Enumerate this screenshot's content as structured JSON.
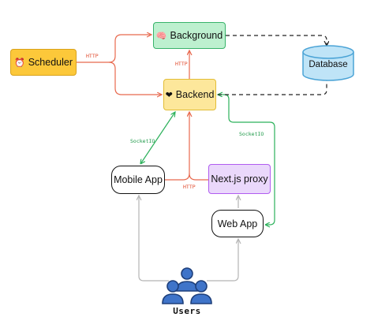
{
  "nodes": {
    "scheduler": {
      "icon": "⏰",
      "label": "Scheduler",
      "icon_name": "alarm-clock-icon"
    },
    "background": {
      "icon": "🧠",
      "label": "Background",
      "icon_name": "brain-icon"
    },
    "backend": {
      "icon": "❤",
      "label": "Backend",
      "icon_name": "heart-icon"
    },
    "database": {
      "label": "Database"
    },
    "mobile_app": {
      "label": "Mobile App"
    },
    "nextjs_proxy": {
      "label": "Next.js proxy"
    },
    "web_app": {
      "label": "Web App"
    },
    "users": {
      "label": "Users",
      "icon_name": "users-group-icon"
    }
  },
  "edges": {
    "scheduler_http": "HTTP",
    "backend_background_http": "HTTP",
    "mobile_socketio": "SocketIO",
    "web_socketio": "SocketIO",
    "mobile_http": "HTTP"
  },
  "colors": {
    "http_edge": "#e8694e",
    "socketio_edge": "#2bb15a",
    "db_edge": "#222222",
    "user_edge": "#b5b5b5",
    "users_icon": "#3f74c9",
    "database_fill": "#bfe4f7",
    "database_stroke": "#4aa3d6"
  }
}
